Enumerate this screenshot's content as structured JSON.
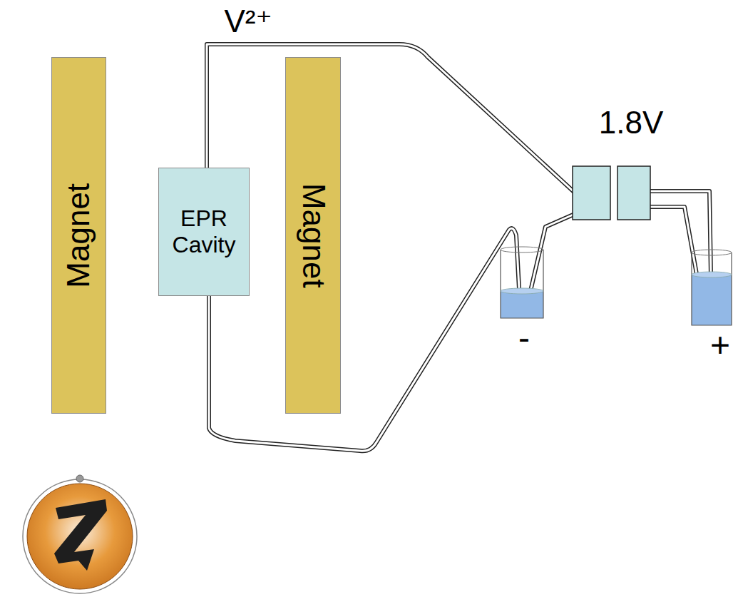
{
  "diagram": {
    "nodes": [
      {
        "text": [
          "Magnet"
        ]
      },
      {
        "text": [
          "EPR Cavity"
        ]
      },
      {
        "text": [
          "Magnet"
        ]
      }
    ],
    "labels": [
      "V²⁺",
      "1.8V",
      "-",
      "+"
    ]
  }
}
